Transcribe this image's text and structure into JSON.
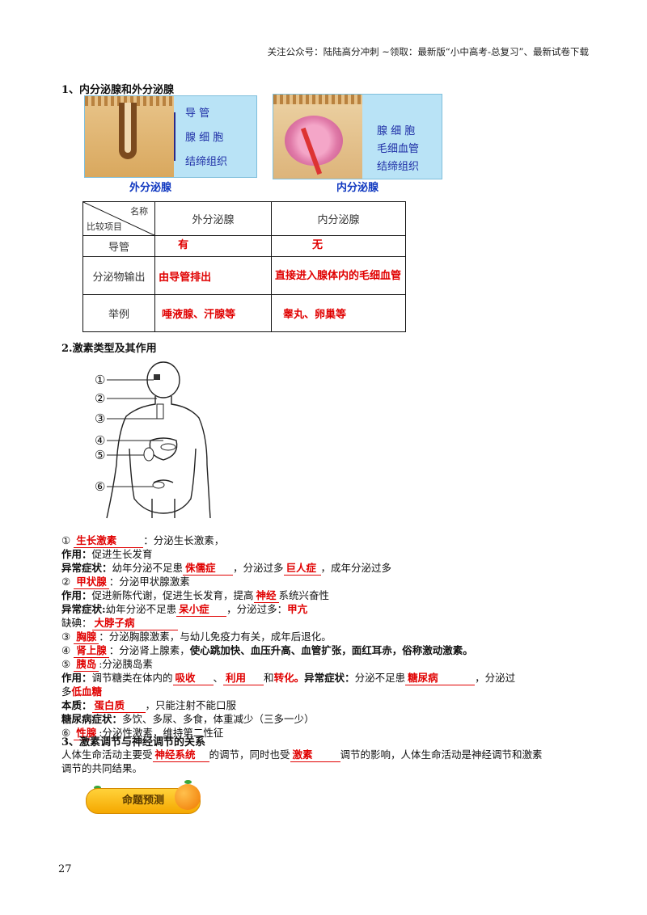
{
  "header": {
    "text": "关注公众号：陆陆高分冲刺  ~领取：最新版“小中高考-总复习”、最新试卷下载"
  },
  "section1": {
    "title": "1、内分泌腺和外分泌腺",
    "exo_labels": [
      "导  管",
      "腺 细 胞",
      "结缔组织"
    ],
    "exo_caption": "外分泌腺",
    "endo_labels": [
      "腺 细 胞",
      "毛细血管",
      "结缔组织"
    ],
    "endo_caption": "内分泌腺",
    "table": {
      "corner_top": "名称",
      "corner_bottom": "比较项目",
      "col_exo": "外分泌腺",
      "col_endo": "内分泌腺",
      "rows": [
        {
          "label": "导管",
          "exo": "有",
          "endo": "无"
        },
        {
          "label": "分泌物输出",
          "exo": "由导管排出",
          "endo": "直接进入腺体内的毛细血管"
        },
        {
          "label": "举例",
          "exo": "唾液腺、汗腺等",
          "endo": "睾丸、卵巢等"
        }
      ]
    }
  },
  "section2": {
    "title": "2.激素类型及其作用",
    "markers": [
      "①",
      "②",
      "③",
      "④",
      "⑤",
      "⑥"
    ],
    "l1": {
      "num": "①",
      "ans": "生长激素",
      "rest": "：分泌生长激素，"
    },
    "l2": {
      "k": "作用：",
      "t": "促进生长发育"
    },
    "l3": {
      "k": "异常症状：",
      "a": "幼年分泌不足患",
      "ans1": "侏儒症",
      "b": "，分泌过多",
      "ans2": "巨人症",
      "c": "，成年分泌过多"
    },
    "l4": {
      "num": "②",
      "ans": "甲状腺",
      "rest": "：分泌甲状腺激素"
    },
    "l5": {
      "k": "作用：",
      "a": "促进新陈代谢，促进生长发育，提高",
      "ans": "神经",
      "b": "系统兴奋性"
    },
    "l6": {
      "k": "异常症状:",
      "a": "幼年分泌不足患",
      "ans1": "呆小症",
      "b": "，分泌过多：",
      "ans2": "甲亢"
    },
    "l7": {
      "k": "缺碘：",
      "ans": "大脖子病"
    },
    "l8": {
      "num": "③",
      "ans": "胸腺",
      "rest": "：分泌胸腺激素，与幼儿免疫力有关，成年后退化。"
    },
    "l9": {
      "num": "④",
      "ans": "肾上腺",
      "a": "：分泌肾上腺素，",
      "bold": "使心跳加快、血压升高、血管扩张，面红耳赤，俗称激动激素。"
    },
    "l10": {
      "num": "⑤",
      "ans": "胰岛",
      "rest": ":分泌胰岛素"
    },
    "l11": {
      "k": "作用：",
      "a": "调节糖类在体内的",
      "ans1": "吸收",
      "b": "、",
      "ans2": "利用",
      "c": "和",
      "ans3": "转化。",
      "k2": "异常症状：",
      "d": "分泌不足患",
      "ans4": "糖尿病",
      "e": "，分泌过"
    },
    "l12": {
      "a": "多",
      "ans": "低血糖"
    },
    "l13": {
      "k": "本质：",
      "ans": "蛋白质",
      "rest": "，只能注射不能口服"
    },
    "l14": {
      "k": "糖尿病症状：",
      "rest": "多饮、多尿、多食，体重减少（三多一少）"
    },
    "l15": {
      "num": "⑥",
      "ans": "性腺",
      "rest": ":分泌性激素，维持第二性征"
    }
  },
  "section3": {
    "title": "3、激素调节与神经调节的关系",
    "a": "人体生命活动主要受",
    "ans1": "神经系统",
    "b": "的调节，同时也受",
    "ans2": "激素",
    "c": "调节的影响，人体生命活动是神经调节和激素",
    "d": "调节的共同结果。"
  },
  "badge": {
    "label": "命题预测"
  },
  "page_number": "27"
}
